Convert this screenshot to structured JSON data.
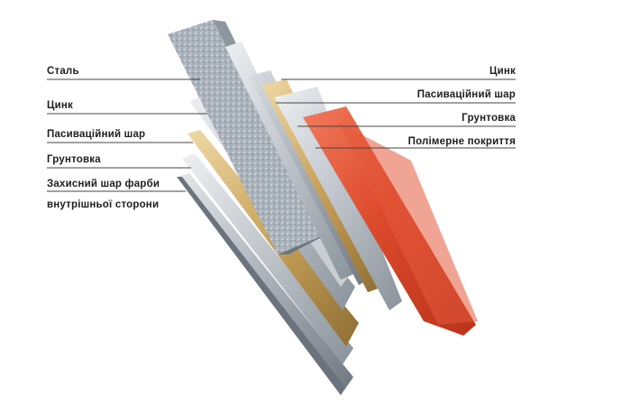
{
  "left_labels": [
    "Сталь",
    "Цинк",
    "Пасиваційний шар",
    "Грунтовка"
  ],
  "left_label_multiline": [
    "Захисний шар фарби",
    "внутрішньої сторони"
  ],
  "right_labels": [
    "Цинк",
    "Пасиваційний шар",
    "Грунтовка",
    "Полімерне покриття"
  ],
  "colors": {
    "steel": "#9aa3ad",
    "zinc": "#b8bec6",
    "passivation": "#c9ccd1",
    "primer": "#c8a25a",
    "polymer": "#d9452a",
    "leader_line": "#444444"
  }
}
